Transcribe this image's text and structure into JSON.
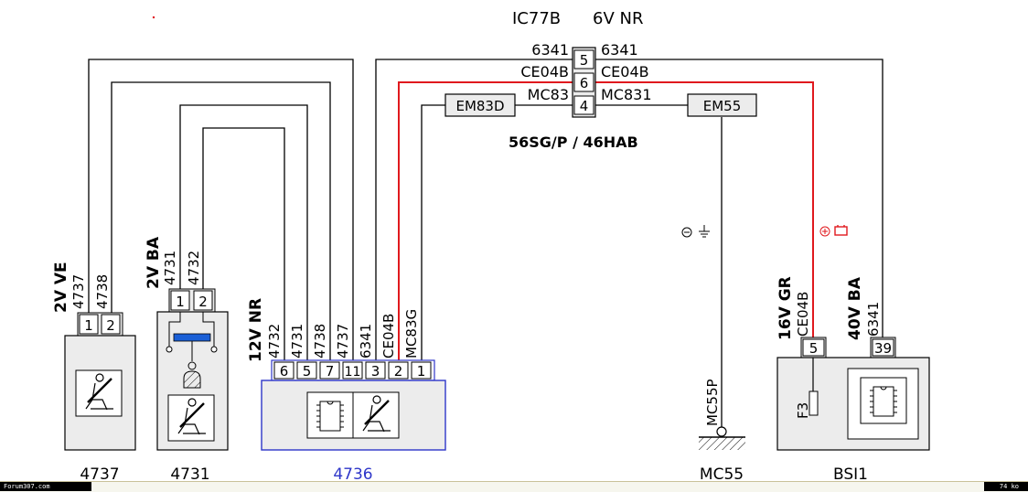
{
  "header": {
    "connector_ref": "IC77B",
    "connector_spec": "6V NR",
    "wire_group": "56SG/P / 46HAB"
  },
  "inline_connector": {
    "pins": [
      "5",
      "6",
      "4"
    ],
    "left_wires": [
      "6341",
      "CE04B",
      "MC83"
    ],
    "right_wires": [
      "6341",
      "CE04B",
      "MC831"
    ]
  },
  "splices": {
    "left": "EM83D",
    "right": "EM55"
  },
  "symbols": {
    "ground": "⊖ ⏚",
    "supply": "⊕ 🔋"
  },
  "components": {
    "c4737": {
      "label": "4737",
      "connector": "2V VE",
      "pins": [
        "1",
        "2"
      ],
      "wires": [
        "4737",
        "4738"
      ]
    },
    "c4731": {
      "label": "4731",
      "connector": "2V BA",
      "pins": [
        "1",
        "2"
      ],
      "wires": [
        "4731",
        "4732"
      ]
    },
    "c4736": {
      "label": "4736",
      "connector": "12V NR",
      "pins": [
        "6",
        "5",
        "7",
        "11",
        "3",
        "2",
        "1"
      ],
      "wires": [
        "4732",
        "4731",
        "4738",
        "4737",
        "6341",
        "CE04B",
        "MC83G"
      ]
    },
    "mc55": {
      "label": "MC55",
      "wire": "MC55P"
    },
    "bsi": {
      "label": "BSI1",
      "conn_left": "16V GR",
      "conn_right": "40V BA",
      "pins": [
        "5",
        "39"
      ],
      "wires": [
        "CE04B",
        "6341"
      ],
      "fuse": "F3"
    }
  },
  "colors": {
    "positive_wire": "#e0191e",
    "ecu_outline": "#2e36c9",
    "label_4736": "#2e36c9"
  },
  "footer": {
    "left": "Forum307.com",
    "right": "74 ko"
  }
}
